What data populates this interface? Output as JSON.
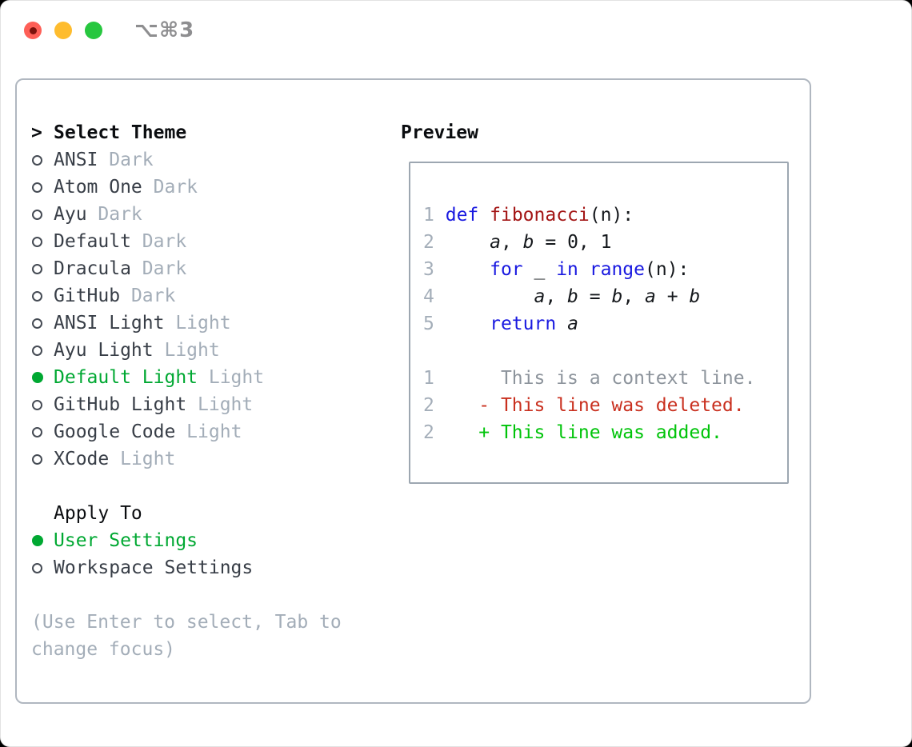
{
  "titlebar": {
    "title": "⌥⌘3"
  },
  "colors": {
    "selection_green": "#00a832",
    "added_green": "#00c40a",
    "deleted_red": "#c9301f",
    "keyword_blue": "#1919e0",
    "function_red": "#a31515",
    "close_red": "#fe5f57",
    "minimize_yellow": "#febc2e",
    "zoom_green": "#27c73f"
  },
  "select_theme": {
    "cursor": ">",
    "heading": "Select Theme",
    "items": [
      {
        "name": "ANSI",
        "variant": "Dark",
        "selected": false
      },
      {
        "name": "Atom One",
        "variant": "Dark",
        "selected": false
      },
      {
        "name": "Ayu",
        "variant": "Dark",
        "selected": false
      },
      {
        "name": "Default",
        "variant": "Dark",
        "selected": false
      },
      {
        "name": "Dracula",
        "variant": "Dark",
        "selected": false
      },
      {
        "name": "GitHub",
        "variant": "Dark",
        "selected": false
      },
      {
        "name": "ANSI Light",
        "variant": "Light",
        "selected": false
      },
      {
        "name": "Ayu Light",
        "variant": "Light",
        "selected": false
      },
      {
        "name": "Default Light",
        "variant": "Light",
        "selected": true
      },
      {
        "name": "GitHub Light",
        "variant": "Light",
        "selected": false
      },
      {
        "name": "Google Code",
        "variant": "Light",
        "selected": false
      },
      {
        "name": "XCode",
        "variant": "Light",
        "selected": false
      }
    ]
  },
  "apply_to": {
    "heading": "Apply To",
    "items": [
      {
        "label": "User Settings",
        "selected": true
      },
      {
        "label": "Workspace Settings",
        "selected": false
      }
    ]
  },
  "hint": "(Use Enter to select, Tab to change focus)",
  "preview": {
    "heading": "Preview",
    "code_lines": [
      {
        "num": "1",
        "tokens": [
          {
            "text": " ",
            "style": "pl"
          },
          {
            "text": "def",
            "style": "kw"
          },
          {
            "text": " ",
            "style": "pl"
          },
          {
            "text": "fibonacci",
            "style": "fn"
          },
          {
            "text": "(n):",
            "style": "pl"
          }
        ]
      },
      {
        "num": "2",
        "tokens": [
          {
            "text": "     ",
            "style": "pl"
          },
          {
            "text": "a",
            "style": "var"
          },
          {
            "text": ", ",
            "style": "pl"
          },
          {
            "text": "b",
            "style": "var"
          },
          {
            "text": " = 0, 1",
            "style": "pl"
          }
        ]
      },
      {
        "num": "3",
        "tokens": [
          {
            "text": "     ",
            "style": "pl"
          },
          {
            "text": "for",
            "style": "kw"
          },
          {
            "text": " _ ",
            "style": "pl"
          },
          {
            "text": "in",
            "style": "kw"
          },
          {
            "text": " ",
            "style": "pl"
          },
          {
            "text": "range",
            "style": "kw"
          },
          {
            "text": "(n):",
            "style": "pl"
          }
        ]
      },
      {
        "num": "4",
        "tokens": [
          {
            "text": "         ",
            "style": "pl"
          },
          {
            "text": "a",
            "style": "var"
          },
          {
            "text": ", ",
            "style": "pl"
          },
          {
            "text": "b",
            "style": "var"
          },
          {
            "text": " = ",
            "style": "pl"
          },
          {
            "text": "b",
            "style": "var"
          },
          {
            "text": ", ",
            "style": "pl"
          },
          {
            "text": "a",
            "style": "var"
          },
          {
            "text": " + ",
            "style": "pl"
          },
          {
            "text": "b",
            "style": "var"
          }
        ]
      },
      {
        "num": "5",
        "tokens": [
          {
            "text": "     ",
            "style": "pl"
          },
          {
            "text": "return",
            "style": "kw"
          },
          {
            "text": " ",
            "style": "pl"
          },
          {
            "text": "a",
            "style": "var"
          }
        ]
      }
    ],
    "diff_lines": [
      {
        "num": "1",
        "text": "      This is a context line.",
        "kind": "context"
      },
      {
        "num": "2",
        "text": "    - This line was deleted.",
        "kind": "deleted"
      },
      {
        "num": "2",
        "text": "    + This line was added.",
        "kind": "added"
      }
    ]
  }
}
